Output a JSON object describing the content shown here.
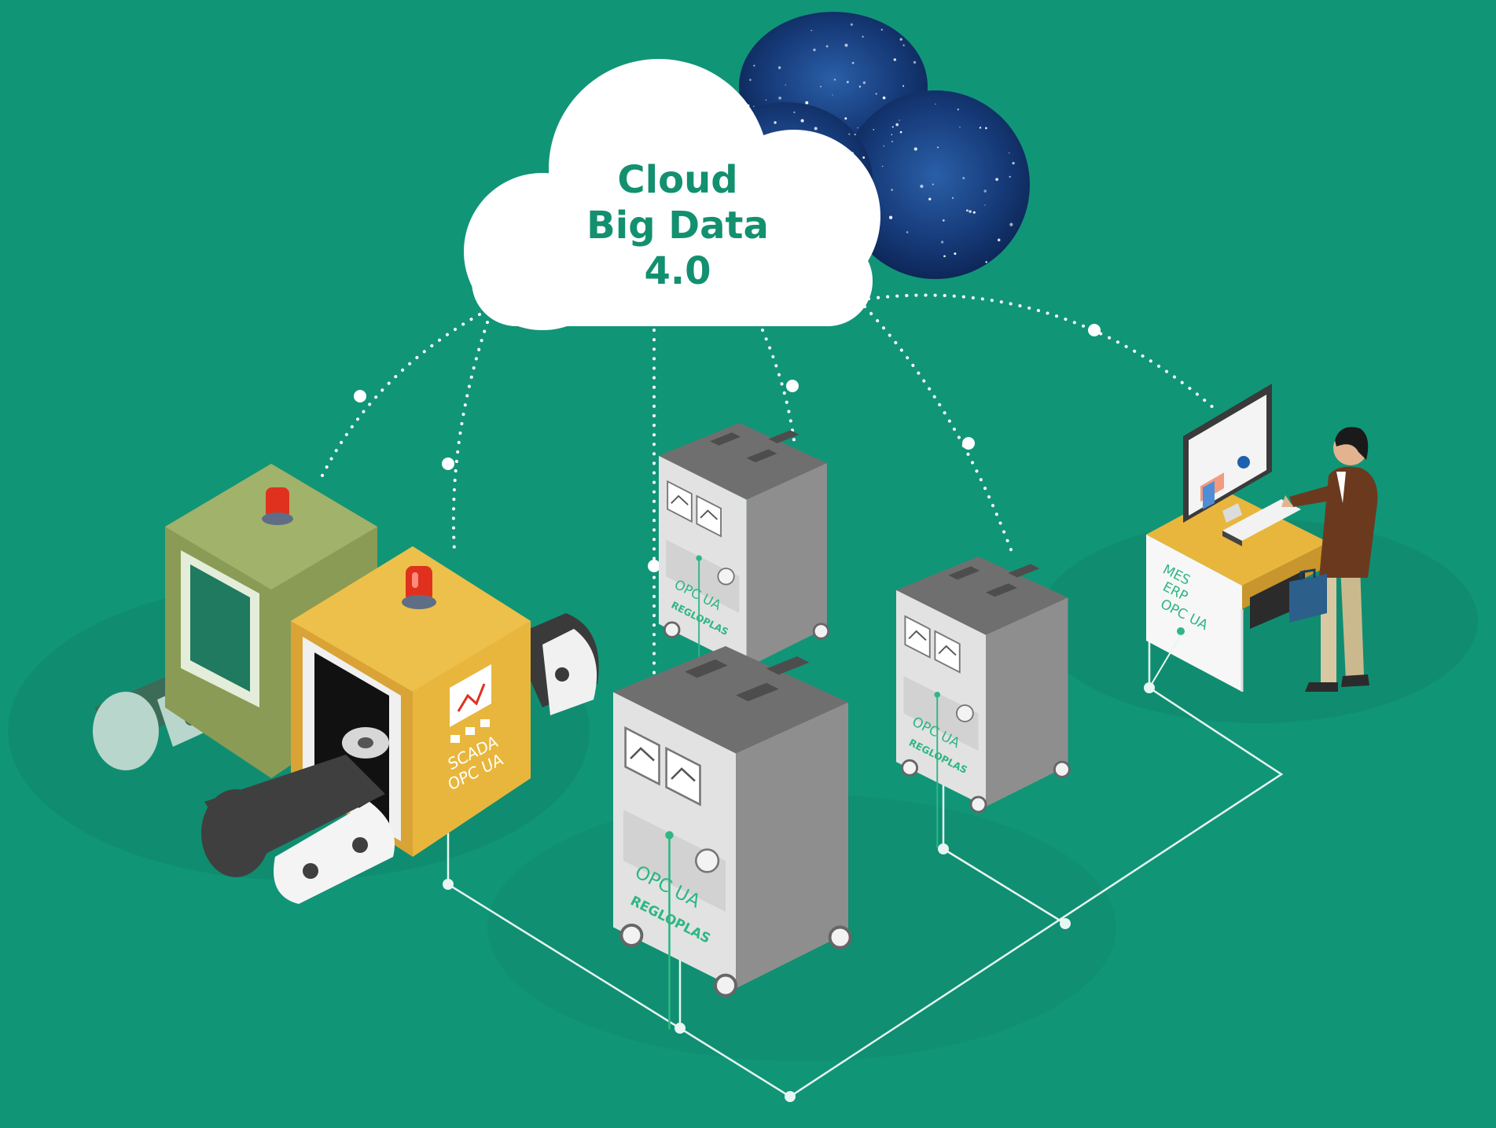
{
  "cloud": {
    "line1": "Cloud",
    "line2": "Big Data",
    "line3": "4.0"
  },
  "scada_machine": {
    "line1": "SCADA",
    "line2": "OPC UA"
  },
  "regloplas_units": [
    {
      "opc": "OPC UA",
      "brand": "REGLOPLAS"
    },
    {
      "opc": "OPC UA",
      "brand": "REGLOPLAS"
    },
    {
      "opc": "OPC UA",
      "brand": "REGLOPLAS"
    }
  ],
  "workstation": {
    "line1": "MES",
    "line2": "ERP",
    "line3": "OPC UA"
  },
  "colors": {
    "background": "#119577",
    "cloud_text": "#12906f",
    "machine_yellow": "#e8b63c",
    "unit_gray": "#8e8e8e",
    "brand_green": "#2fb684",
    "alarm_red": "#e0311f"
  }
}
